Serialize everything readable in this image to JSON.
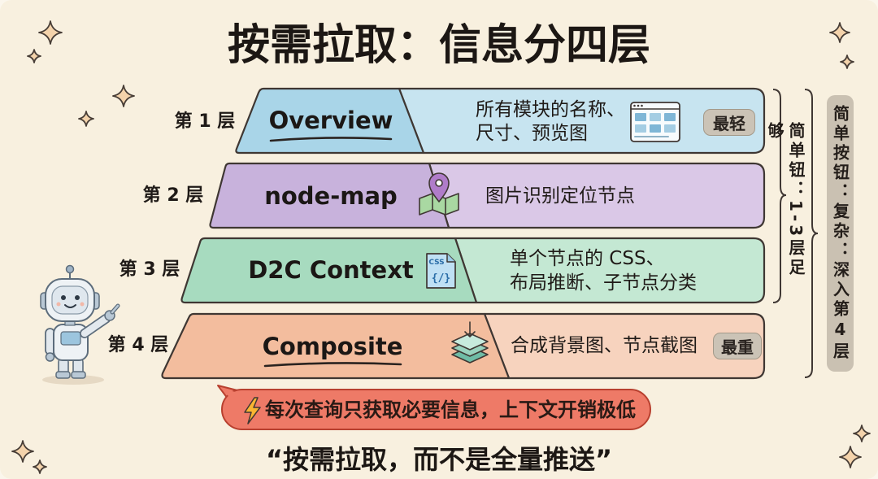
{
  "title": "按需拉取：信息分四层",
  "layers": [
    {
      "label": "第 1 层",
      "name": "Overview",
      "description": [
        "所有模块的名称、",
        "尺寸、预览图"
      ],
      "icon": "module-preview-icon",
      "badge": "最轻",
      "colors": {
        "left": "#a9d5e8",
        "right": "#c7e4f0"
      }
    },
    {
      "label": "第 2 层",
      "name": "node-map",
      "description": [
        "图片识别定位节点"
      ],
      "icon": "map-pin-icon",
      "colors": {
        "left": "#c8b2dc",
        "right": "#dac8e7"
      }
    },
    {
      "label": "第 3 层",
      "name": "D2C Context",
      "description": [
        "单个节点的 CSS、",
        "布局推断、子节点分类"
      ],
      "icon": "css-file-icon",
      "icon_text": [
        "CSS",
        "{/}"
      ],
      "colors": {
        "left": "#a7dbbf",
        "right": "#c4e8d3"
      }
    },
    {
      "label": "第 4 层",
      "name": "Composite",
      "description": [
        "合成背景图、节点截图"
      ],
      "icon": "layers-download-icon",
      "badge": "最重",
      "colors": {
        "left": "#f3bd9e",
        "right": "#f7d3be"
      }
    }
  ],
  "side_notes": {
    "layers_1_to_3": "简单钮：1-3层足够",
    "all_layers": "简单按钮：复杂：深入第4层"
  },
  "callout": {
    "icon": "lightning-icon",
    "text": "每次查询只获取必要信息，上下文开销极低",
    "color": "#ee7a67"
  },
  "quote": "“按需拉取，而不是全量推送”",
  "mascot": "robot-icon"
}
